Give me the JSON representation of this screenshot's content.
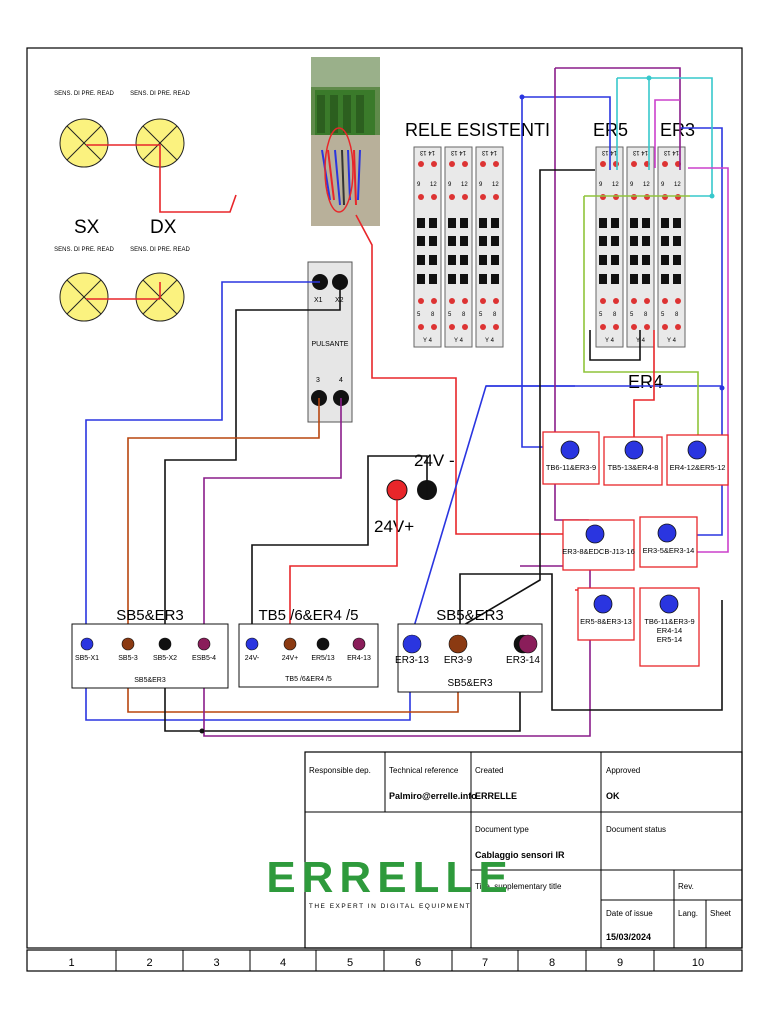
{
  "sensors": {
    "labels": [
      "SENS. DI PRE. READ",
      "SENS. DI PRE. READ",
      "SENS. DI PRE. READ",
      "SENS. DI PRE. READ"
    ],
    "side_left": "SX",
    "side_right": "DX"
  },
  "relays": {
    "title_existing": "RELE ESISTENTI",
    "er5": "ER5",
    "er3": "ER3",
    "er4": "ER4",
    "pin_top": "14 13",
    "pin_mid_l": "9",
    "pin_mid_r": "12",
    "pin_bot_l": "5",
    "pin_bot_r": "8",
    "pin_base": "Y 4"
  },
  "pulsante": {
    "title": "PULSANTE",
    "x1": "X1",
    "x2": "X2",
    "p3": "3",
    "p4": "4"
  },
  "supply": {
    "minus": "24V -",
    "plus": "24V+"
  },
  "right_connectors": [
    {
      "label": "TB6-11&ER3-9"
    },
    {
      "label": "TB5-13&ER4-8"
    },
    {
      "label": "ER4-12&ER5-12"
    },
    {
      "label": "ER3-8&EDCB-J13-16"
    },
    {
      "label": "ER3-5&ER3-14"
    },
    {
      "label": "ER5-8&ER3-13"
    },
    {
      "label_lines": [
        "TB6-11&ER3-9",
        "ER4-14",
        "ER5-14"
      ]
    }
  ],
  "terminal_blocks": [
    {
      "title": "SB5&ER3",
      "pins": [
        "SB5-X1",
        "SB5-3",
        "SB5-X2",
        "ESB5-4"
      ],
      "footer": "SB5&ER3"
    },
    {
      "title": "TB5 /6&ER4 /5",
      "pins": [
        "24V-",
        "24V+",
        "ER5/13",
        "ER4-13"
      ],
      "footer": "TB5 /6&ER4 /5"
    },
    {
      "title": "SB5&ER3",
      "pins": [
        "ER3-13",
        "ER3-9",
        "ER3-14"
      ],
      "footer": "SB5&ER3"
    }
  ],
  "title_block": {
    "responsible_label": "Responsible dep.",
    "technical_label": "Technical reference",
    "technical_value": "Palmiro@errelle.info",
    "created_label": "Created",
    "created_value": "ERRELLE",
    "approved_label": "Approved",
    "approved_value": "OK",
    "doc_type_label": "Document type",
    "doc_type_value": "Cablaggio sensori IR",
    "doc_status_label": "Document status",
    "title_label": "Title, supplementary title",
    "rev_label": "Rev.",
    "date_label": "Date of issue",
    "date_value": "15/03/2024",
    "lang_label": "Lang.",
    "sheet_label": "Sheet",
    "logo_text": "ERRELLE",
    "tagline": "THE EXPERT IN DIGITAL EQUIPMENT"
  },
  "grid_numbers": [
    "1",
    "2",
    "3",
    "4",
    "5",
    "6",
    "7",
    "8",
    "9",
    "10"
  ],
  "colors": {
    "sensor_fill": "#fbf27f",
    "wire_red": "#e8262a",
    "wire_blue": "#2a35e0",
    "wire_brown": "#b8460f",
    "wire_purple": "#8a1d8a",
    "wire_cyan": "#37c8cc",
    "wire_green": "#8fc43a",
    "wire_magenta": "#cc40cc",
    "logo_green": "#2e9a3c"
  }
}
